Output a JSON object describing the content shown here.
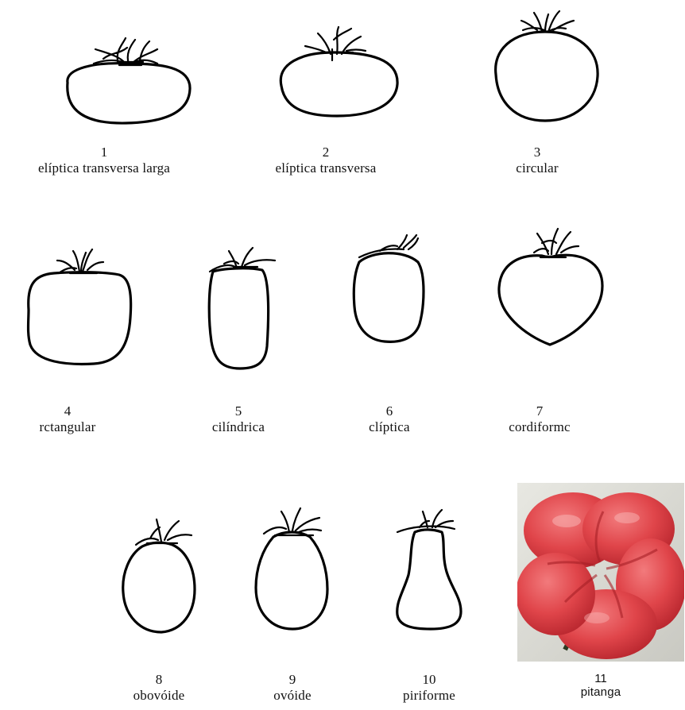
{
  "shapes": [
    {
      "number": "1",
      "name": "elíptica transversa larga"
    },
    {
      "number": "2",
      "name": "elíptica transversa"
    },
    {
      "number": "3",
      "name": "circular"
    },
    {
      "number": "4",
      "name": "rctangular"
    },
    {
      "number": "5",
      "name": "cilíndrica"
    },
    {
      "number": "6",
      "name": "clíptica"
    },
    {
      "number": "7",
      "name": "cordiformc"
    },
    {
      "number": "8",
      "name": "obovóide"
    },
    {
      "number": "9",
      "name": "ovóide"
    },
    {
      "number": "10",
      "name": "piriforme"
    },
    {
      "number": "11",
      "name": "pitanga"
    }
  ],
  "colors": {
    "line": "#000000",
    "fruit_red": "#e0454a",
    "fruit_dark": "#b8262e",
    "photo_bg": "#dcdcd6"
  }
}
